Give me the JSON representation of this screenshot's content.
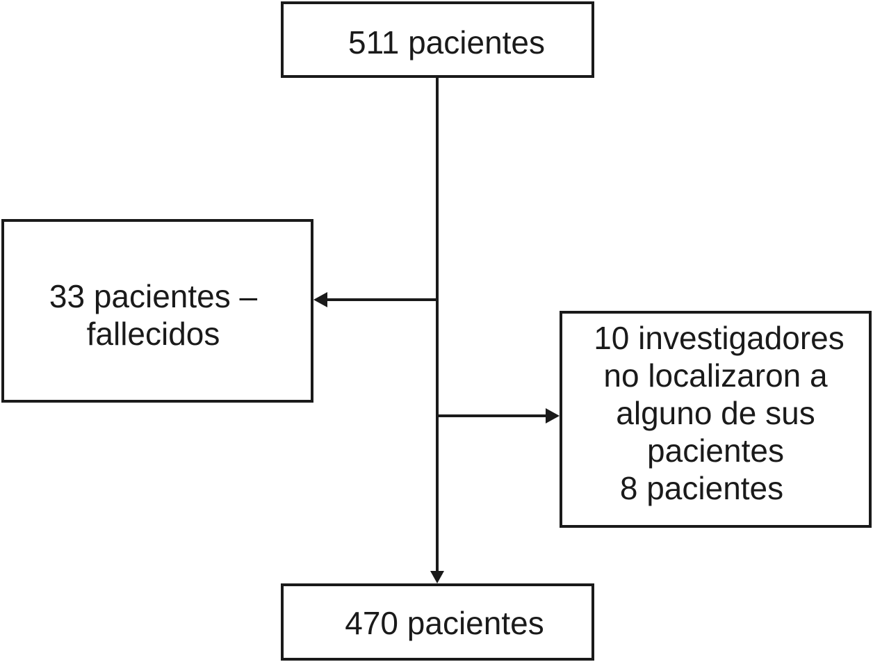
{
  "flowchart": {
    "start": {
      "text": "511 pacientes"
    },
    "excluded_left": {
      "lines": [
        "33 pacientes –",
        "fallecidos"
      ]
    },
    "excluded_right": {
      "lines": [
        "10 investigadores",
        "no localizaron a",
        "alguno de sus",
        "pacientes",
        "8 pacientes"
      ]
    },
    "end": {
      "text": "470 pacientes"
    }
  },
  "colors": {
    "stroke": "#1a1a1a",
    "background": "#ffffff"
  }
}
